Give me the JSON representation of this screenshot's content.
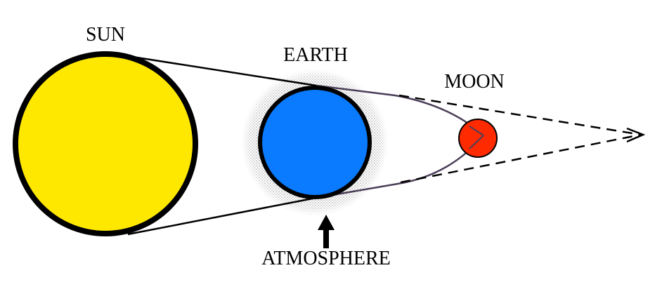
{
  "labels": {
    "sun": "SUN",
    "earth": "EARTH",
    "moon": "MOON",
    "atmosphere": "ATMOSPHERE"
  },
  "colors": {
    "sun": "#FFE800",
    "earth": "#0A7BFF",
    "moon": "#FF2A00",
    "outline": "#000000",
    "atmosphere": "#9a9a9a",
    "refraction_ray": "#4a3e57"
  },
  "icons": {
    "pointer": "arrow-up-icon",
    "direction": "arrow-right-icon"
  }
}
